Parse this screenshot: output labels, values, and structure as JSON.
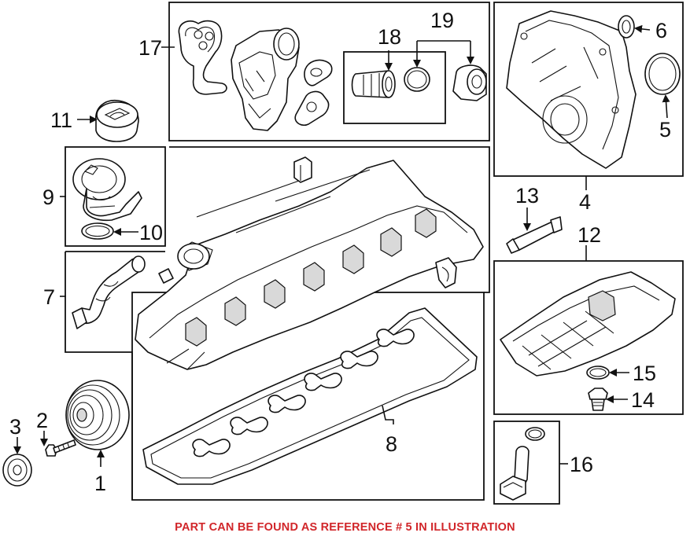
{
  "callouts": {
    "c1": "1",
    "c2": "2",
    "c3": "3",
    "c4": "4",
    "c5": "5",
    "c6": "6",
    "c7": "7",
    "c8": "8",
    "c9": "9",
    "c10": "10",
    "c11": "11",
    "c12": "12",
    "c13": "13",
    "c14": "14",
    "c15": "15",
    "c16": "16",
    "c17": "17",
    "c18": "18",
    "c19": "19"
  },
  "footer": {
    "note": "PART CAN BE FOUND AS REFERENCE # 5 IN ILLUSTRATION"
  },
  "colors": {
    "note": "#d1262a",
    "line": "#111111"
  }
}
